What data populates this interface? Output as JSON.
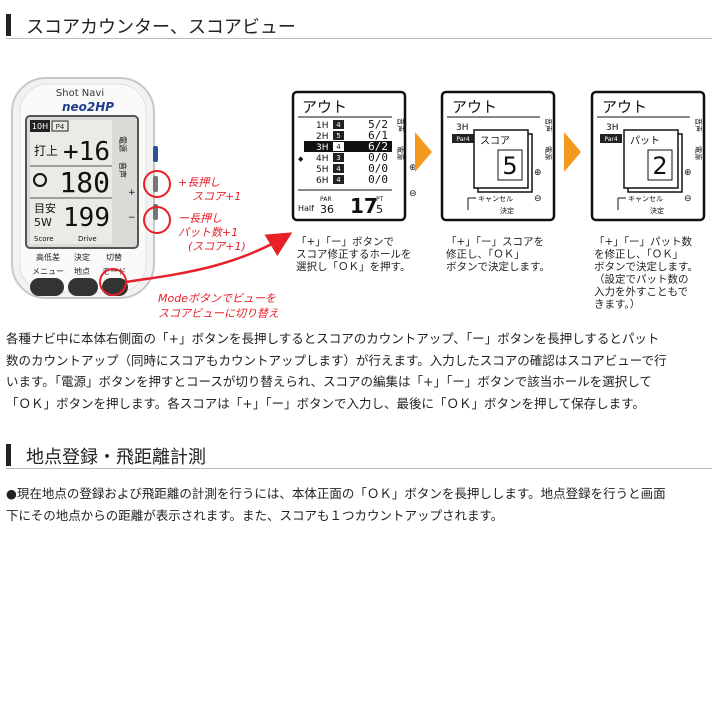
{
  "section1": {
    "title": "スコアカウンター、スコアビュー"
  },
  "device": {
    "brand": "Shot Navi",
    "model": "neo2HP",
    "rows": [
      {
        "label": "打上",
        "value": "+16"
      },
      {
        "label": "",
        "value": "180"
      },
      {
        "label": "目安",
        "sub": "5W",
        "value": "199"
      }
    ],
    "hole": "10H",
    "par_tag": "P4",
    "score_label": "Score",
    "drive_label": "Drive",
    "side_labels": [
      "電源",
      "音声"
    ],
    "bottom_labels": [
      "高低差",
      "決定",
      "切替"
    ],
    "bottom_labels2": [
      "メニュー",
      "地点",
      "モード"
    ]
  },
  "annotations": {
    "plus": [
      "+長押し",
      "スコア+1"
    ],
    "minus": [
      "ー長押し",
      "パット数+1",
      "(スコア+1)"
    ],
    "mode": [
      "Modeボタンでビューを",
      "スコアビューに切り替え"
    ]
  },
  "screens": {
    "screen1": {
      "title": "アウト",
      "rows": [
        {
          "hole": "1H",
          "par": "4",
          "score": "5/2",
          "selected": false,
          "marker": ""
        },
        {
          "hole": "2H",
          "par": "5",
          "score": "6/1",
          "selected": false,
          "marker": ""
        },
        {
          "hole": "3H",
          "par": "4",
          "score": "6/2",
          "selected": true,
          "marker": ""
        },
        {
          "hole": "4H",
          "par": "3",
          "score": "0/0",
          "selected": false,
          "marker": "◆"
        },
        {
          "hole": "5H",
          "par": "4",
          "score": "0/0",
          "selected": false,
          "marker": ""
        },
        {
          "hole": "6H",
          "par": "4",
          "score": "0/0",
          "selected": false,
          "marker": ""
        }
      ],
      "side": [
        "音声",
        "電源"
      ],
      "footer": {
        "half": "Half",
        "par_label": "PAR",
        "par_value": "36",
        "strokes": "17",
        "pt_label": "PT",
        "pt_value": "5"
      },
      "caption": [
        "「+」「ー」ボタンで",
        "スコア修正するホールを",
        "選択し「ＯＫ」を押す。"
      ]
    },
    "screen2": {
      "title": "アウト",
      "hole": "3H",
      "par": "Par4",
      "box_label": "スコア",
      "value": "5",
      "cancel": "キャンセル",
      "ok": "決定",
      "side": [
        "音声",
        "電源"
      ],
      "caption": [
        "「+」「ー」スコアを",
        "修正し、「ＯＫ」",
        "ボタンで決定します。"
      ]
    },
    "screen3": {
      "title": "アウト",
      "hole": "3H",
      "par": "Par4",
      "box_label": "パット",
      "value": "2",
      "cancel": "キャンセル",
      "ok": "決定",
      "side": [
        "音声",
        "電源"
      ],
      "caption": [
        "「+」「ー」パット数",
        "を修正し、「ＯＫ」",
        "ボタンで決定します。",
        "（設定でパット数の",
        "入力を外すこともで",
        "きます。）"
      ]
    }
  },
  "paragraph1": [
    "各種ナビ中に本体右側面の「+」ボタンを長押しするとスコアのカウントアップ、「ー」ボタンを長押しするとパット",
    "数のカウントアップ（同時にスコアもカウントアップします）が行えます。入力したスコアの確認はスコアビューで行",
    "います。「電源」ボタンを押すとコースが切り替えられ、スコアの編集は「+」「ー」ボタンで該当ホールを選択して",
    "「ＯＫ」ボタンを押します。各スコアは「+」「ー」ボタンで入力し、最後に「ＯＫ」ボタンを押して保存します。"
  ],
  "section2": {
    "title": "地点登録・飛距離計測"
  },
  "paragraph2": [
    "●現在地点の登録および飛距離の計測を行うには、本体正面の「ＯＫ」ボタンを長押しします。地点登録を行うと画面",
    "下にその地点からの距離が表示されます。また、スコアも１つカウントアップされます。"
  ],
  "colors": {
    "accent_red": "#e8202a",
    "arrow_orange": "#f39a1e",
    "device_white": "#f4f4f4",
    "text": "#222222"
  }
}
